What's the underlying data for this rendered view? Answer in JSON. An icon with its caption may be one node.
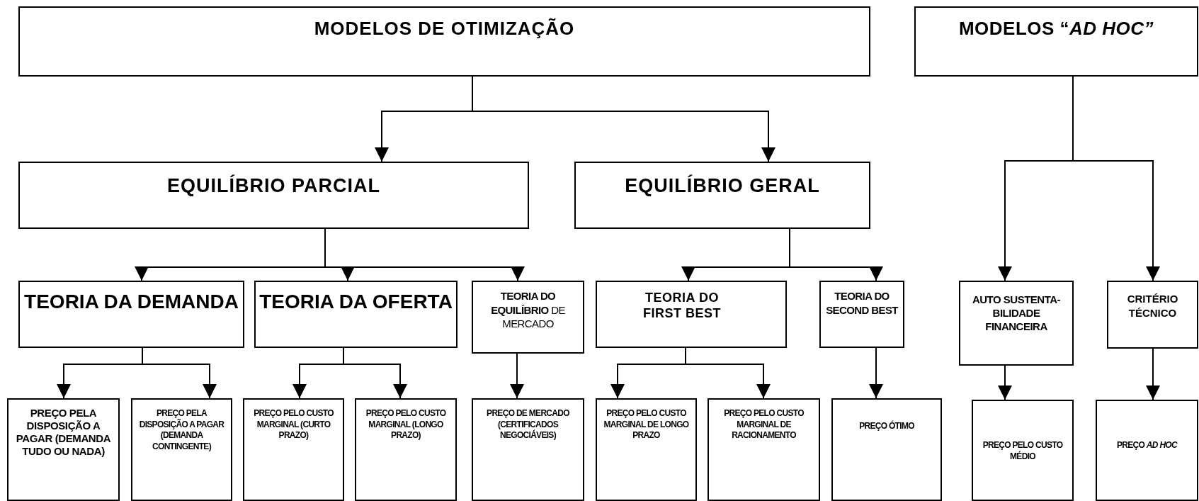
{
  "diagram": {
    "nodes": [
      {
        "text": [
          "MODELOS DE OTIMIZAÇÃO"
        ]
      },
      {
        "text": [
          "MODELOS “*AD HOC”*"
        ]
      },
      {
        "text": [
          "EQUILÍBRIO PARCIAL"
        ]
      },
      {
        "text": [
          "EQUILÍBRIO GERAL"
        ]
      },
      {
        "text": [
          "TEORIA DA DEMANDA"
        ]
      },
      {
        "text": [
          "TEORIA DA OFERTA"
        ]
      },
      {
        "text": [
          "**TEORIA DO EQUILÍBRIO** DE MERCADO"
        ]
      },
      {
        "text": [
          "TEORIA DO FIRST BEST"
        ]
      },
      {
        "text": [
          "TEORIA DO SECOND BEST"
        ]
      },
      {
        "text": [
          "AUTO SUSTENTA- BILIDADE FINANCEIRA"
        ]
      },
      {
        "text": [
          "CRITÉRIO TÉCNICO"
        ]
      },
      {
        "text": [
          "PREÇO PELA DISPOSIÇÃO A PAGAR (DEMANDA TUDO OU NADA)"
        ]
      },
      {
        "text": [
          "PREÇO PELA DISPOSIÇÃO A PAGAR (DEMANDA CONTINGENTE)"
        ]
      },
      {
        "text": [
          "PREÇO PELO CUSTO MARGINAL (CURTO PRAZO)"
        ]
      },
      {
        "text": [
          "PREÇO PELO CUSTO MARGINAL (LONGO PRAZO)"
        ]
      },
      {
        "text": [
          "PREÇO DE MERCADO (CERTIFICADOS NEGOCIÁVEIS)"
        ]
      },
      {
        "text": [
          "PREÇO PELO CUSTO MARGINAL DE LONGO PRAZO"
        ]
      },
      {
        "text": [
          "PREÇO PELO CUSTO MARGINAL DE RACIONAMENTO"
        ]
      },
      {
        "text": [
          "PREÇO ÓTIMO"
        ]
      },
      {
        "text": [
          "PREÇO PELO CUSTO MÉDIO"
        ]
      },
      {
        "text": [
          "PREÇO *AD HOC*"
        ]
      }
    ],
    "edges": [
      {
        "from": 0,
        "to": 2,
        "arrow": "to"
      },
      {
        "from": 0,
        "to": 3,
        "arrow": "to"
      },
      {
        "from": 2,
        "to": 4,
        "arrow": "to"
      },
      {
        "from": 2,
        "to": 5,
        "arrow": "to"
      },
      {
        "from": 2,
        "to": 6,
        "arrow": "to"
      },
      {
        "from": 3,
        "to": 7,
        "arrow": "to"
      },
      {
        "from": 3,
        "to": 8,
        "arrow": "to"
      },
      {
        "from": 1,
        "to": 9,
        "arrow": "to"
      },
      {
        "from": 1,
        "to": 10,
        "arrow": "to"
      },
      {
        "from": 4,
        "to": 11,
        "arrow": "to"
      },
      {
        "from": 4,
        "to": 12,
        "arrow": "to"
      },
      {
        "from": 5,
        "to": 13,
        "arrow": "to"
      },
      {
        "from": 5,
        "to": 14,
        "arrow": "to"
      },
      {
        "from": 6,
        "to": 15,
        "arrow": "to"
      },
      {
        "from": 7,
        "to": 16,
        "arrow": "to"
      },
      {
        "from": 7,
        "to": 17,
        "arrow": "to"
      },
      {
        "from": 8,
        "to": 18,
        "arrow": "to"
      },
      {
        "from": 9,
        "to": 19,
        "arrow": "to"
      },
      {
        "from": 10,
        "to": 20,
        "arrow": "to"
      }
    ]
  }
}
